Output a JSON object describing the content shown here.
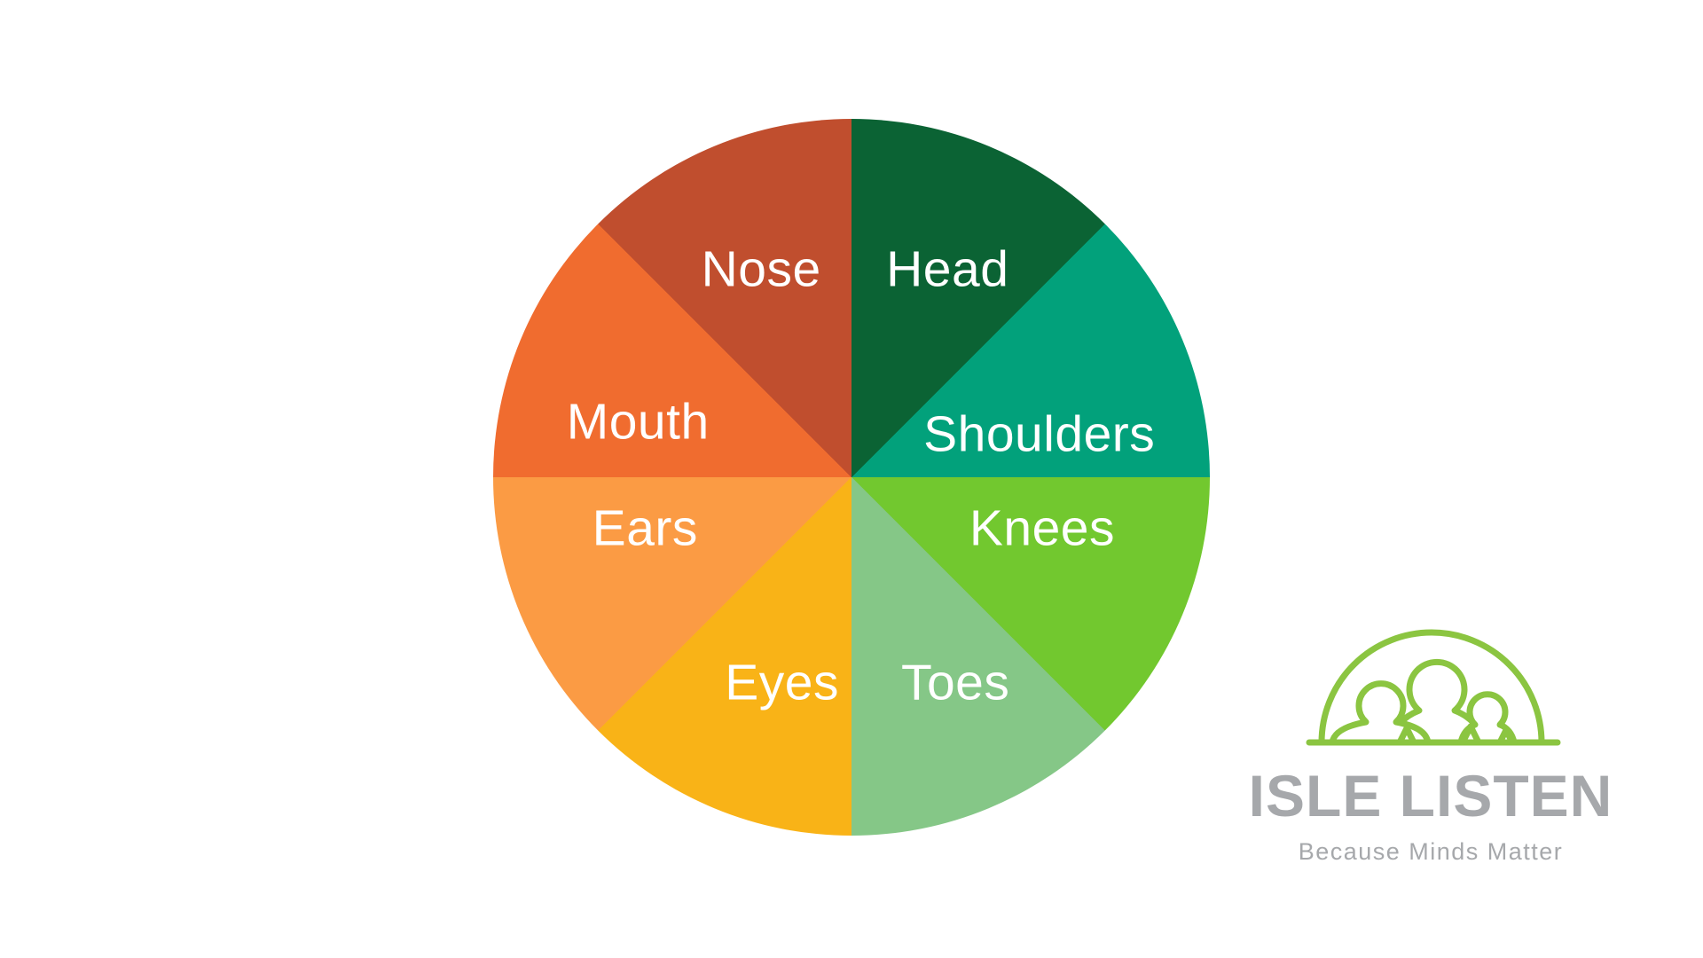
{
  "background": "#FFFFFF",
  "chart_data": {
    "type": "pie",
    "title": "",
    "description": "Spinner wheel of eight equal body-part segments",
    "direction": "clockwise",
    "start_angle_deg": 0,
    "label_color": "#FFFFFF",
    "segments": [
      {
        "label": "Head",
        "value": 12.5,
        "color": "#0B6334"
      },
      {
        "label": "Shoulders",
        "value": 12.5,
        "color": "#02A17B"
      },
      {
        "label": "Knees",
        "value": 12.5,
        "color": "#72C82F"
      },
      {
        "label": "Toes",
        "value": 12.5,
        "color": "#85C787"
      },
      {
        "label": "Eyes",
        "value": 12.5,
        "color": "#F9B317"
      },
      {
        "label": "Ears",
        "value": 12.5,
        "color": "#FB9B44"
      },
      {
        "label": "Mouth",
        "value": 12.5,
        "color": "#F06C2F"
      },
      {
        "label": "Nose",
        "value": 12.5,
        "color": "#C04E2E"
      }
    ]
  },
  "logo": {
    "name": "ISLE LISTEN",
    "tagline": "Because Minds Matter",
    "icon": "arch-over-three-people-icon",
    "green": "#8BC541",
    "gray": "#A6A8AB"
  }
}
